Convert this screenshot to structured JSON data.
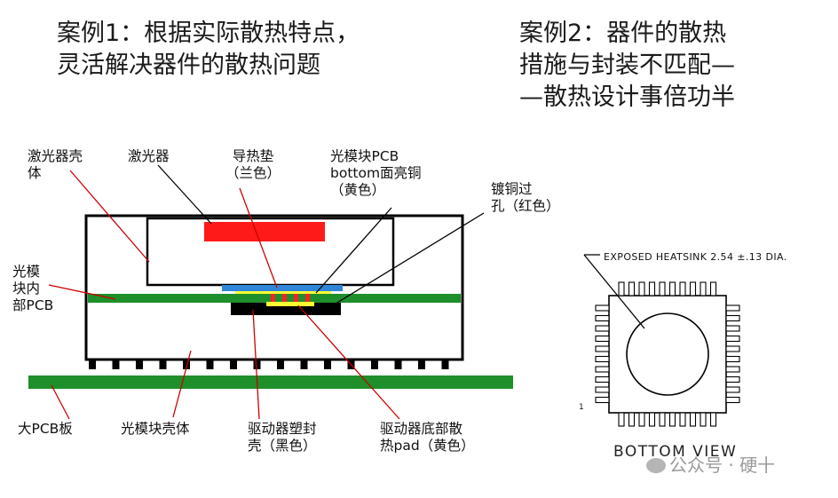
{
  "case1": {
    "line1": "案例1：根据实际散热特点，",
    "line2": "灵活解决器件的散热问题"
  },
  "case2": {
    "line1": "案例2：器件的散热",
    "line2": "措施与封装不匹配—",
    "line3": "—散热设计事倍功半"
  },
  "labels": {
    "laser_shell": [
      "激光器壳",
      "体"
    ],
    "laser": "激光器",
    "thermal_pad": [
      "导热垫",
      "（兰色）"
    ],
    "pcb_copper": [
      "光模块PCB",
      "bottom面亮铜",
      "（黄色）"
    ],
    "via": [
      "镀铜过",
      "孔（红色）"
    ],
    "inner_pcb": [
      "光模",
      "块内",
      "部PCB"
    ],
    "big_pcb": "大PCB板",
    "module_shell": "光模块壳体",
    "driver_package": [
      "驱动器塑封",
      "壳（黑色）"
    ],
    "driver_pad": [
      "驱动器底部散",
      "热pad（黄色）"
    ]
  },
  "package": {
    "heatsink_note": "EXPOSED HEATSINK 2.54 ±.13 DIA.",
    "bottom_view": "BOTTOM VIEW",
    "pin1": "1"
  },
  "watermark": "公众号 · 硬十",
  "colors": {
    "laser": "#ff1a1a",
    "thermal_pad": "#2f86d8",
    "copper": "#ffff33",
    "via": "#ff2222",
    "pcb": "#1e8f2a",
    "driver": "#000000"
  }
}
